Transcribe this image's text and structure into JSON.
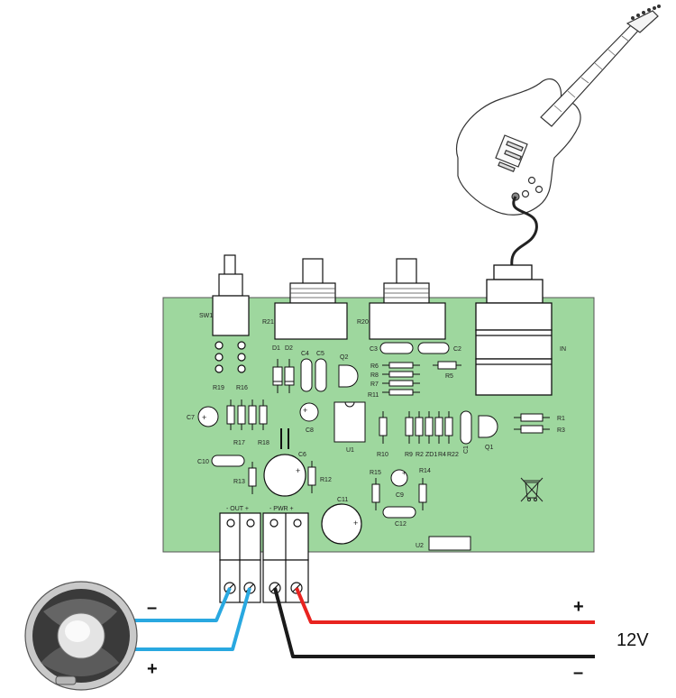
{
  "board": {
    "color": "#9ed79e",
    "labels": {
      "sw1": "SW1",
      "r21": "R21",
      "r20": "R20",
      "in": "IN",
      "d1": "D1",
      "d2": "D2",
      "c4": "C4",
      "c5": "C5",
      "q2": "Q2",
      "c3": "C3",
      "c2": "C2",
      "r6": "R6",
      "r8": "R8",
      "r7": "R7",
      "r11": "R11",
      "r5": "R5",
      "r19": "R19",
      "r16": "R16",
      "c7": "C7",
      "c8": "C8",
      "u1": "U1",
      "r1": "R1",
      "r3": "R3",
      "r17": "R17",
      "r18": "R18",
      "r10": "R10",
      "r9": "R9",
      "r2": "R2",
      "zd1": "ZD1",
      "r4": "R4",
      "r22": "R22",
      "c1": "C1",
      "q1": "Q1",
      "c10": "C10",
      "r13": "R13",
      "c6": "C6",
      "r12": "R12",
      "r15": "R15",
      "r14": "R14",
      "c9": "C9",
      "c11": "C11",
      "c12": "C12",
      "u2": "U2",
      "out": "- OUT +",
      "pwr": "- PWR +"
    }
  },
  "wiring": {
    "speaker_neg": "–",
    "speaker_pos": "+",
    "supply_pos": "+",
    "supply_neg": "–",
    "supply_voltage": "12V",
    "colors": {
      "speaker": "#29a8e0",
      "positive": "#e8231f",
      "negative": "#1a1a1a"
    }
  }
}
